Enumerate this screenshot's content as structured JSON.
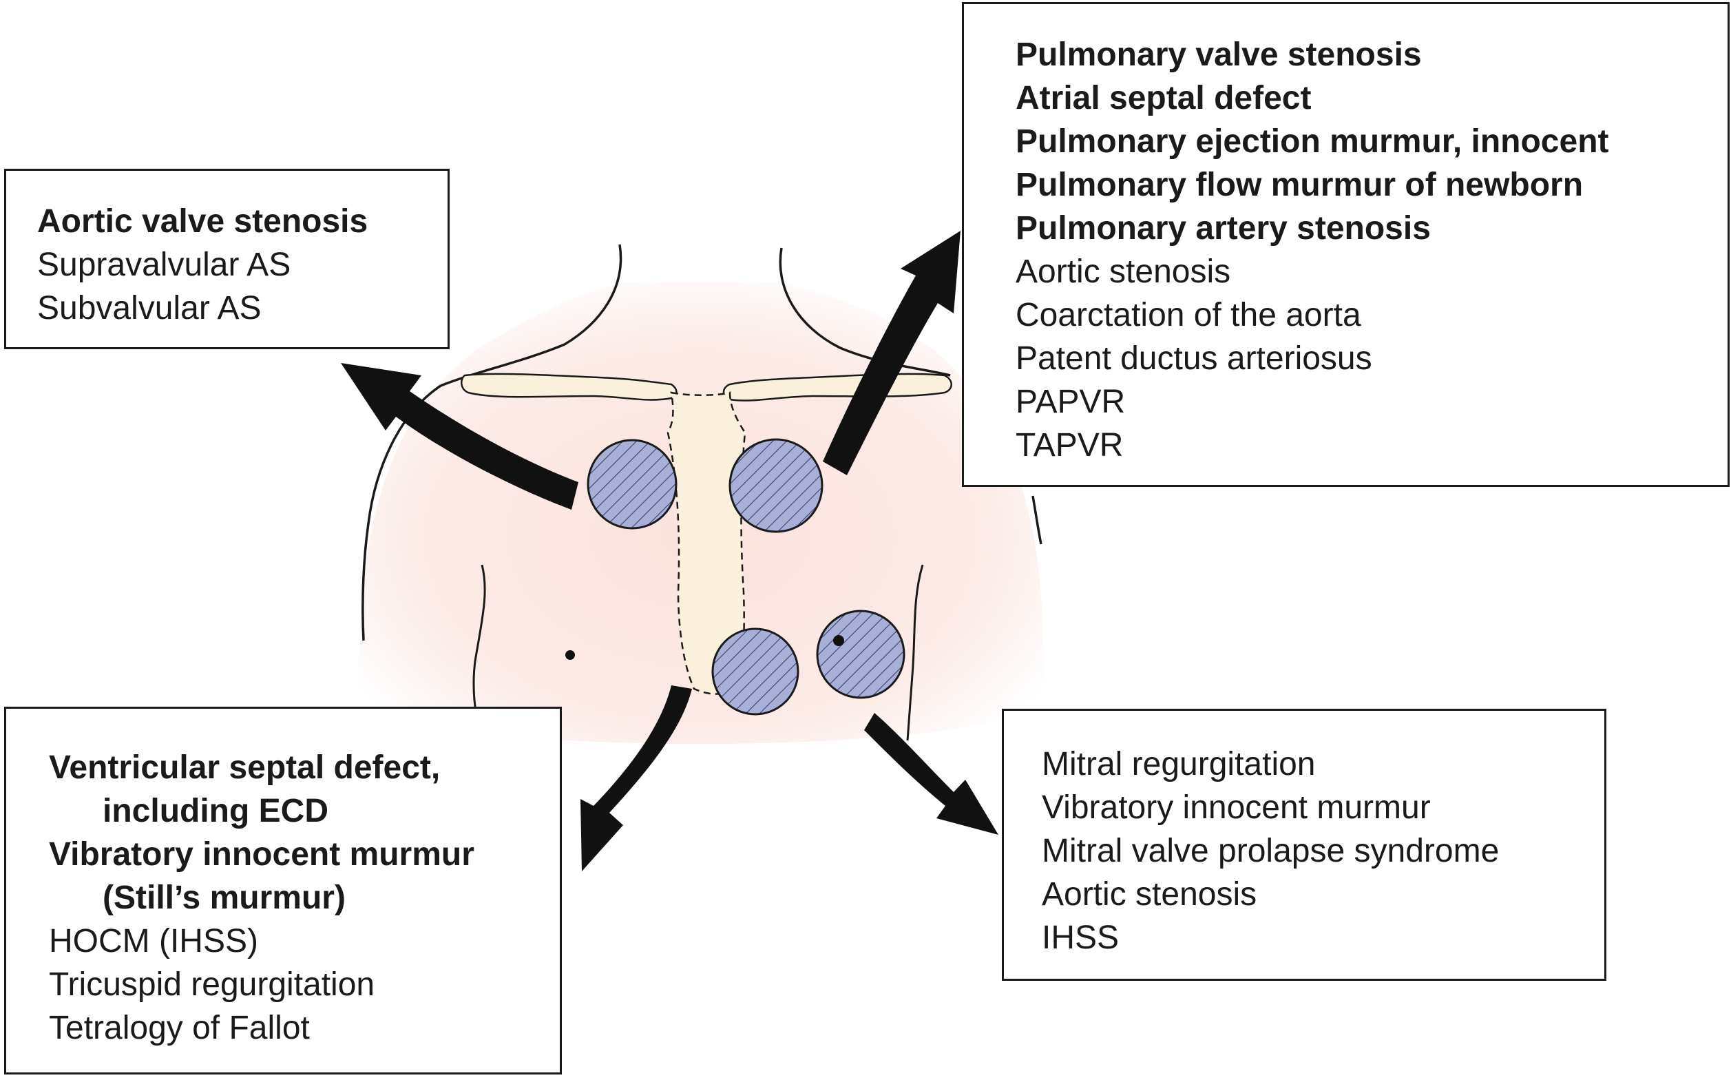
{
  "colors": {
    "skin": "#fbe6e2",
    "bone": "#faf0dc",
    "area_fill": "#a9b0d8",
    "outline": "#1a1a1a",
    "arrow": "#111111"
  },
  "auscultation_areas": [
    {
      "name": "aortic-area"
    },
    {
      "name": "pulmonic-area"
    },
    {
      "name": "tricuspid-area"
    },
    {
      "name": "mitral-area"
    }
  ],
  "boxes": {
    "aortic": {
      "lines": [
        {
          "text": "Aortic valve stenosis",
          "bold": true
        },
        {
          "text": "Supravalvular AS",
          "bold": false
        },
        {
          "text": "Subvalvular AS",
          "bold": false
        }
      ]
    },
    "pulmonic": {
      "lines": [
        {
          "text": "Pulmonary valve stenosis",
          "bold": true
        },
        {
          "text": "Atrial septal defect",
          "bold": true
        },
        {
          "text": "Pulmonary ejection murmur, innocent",
          "bold": true
        },
        {
          "text": "Pulmonary flow murmur of newborn",
          "bold": true
        },
        {
          "text": "Pulmonary artery stenosis",
          "bold": true
        },
        {
          "text": "Aortic stenosis",
          "bold": false
        },
        {
          "text": "Coarctation of the aorta",
          "bold": false
        },
        {
          "text": "Patent ductus arteriosus",
          "bold": false
        },
        {
          "text": "PAPVR",
          "bold": false
        },
        {
          "text": "TAPVR",
          "bold": false
        }
      ]
    },
    "tricuspid": {
      "lines": [
        {
          "text": "Ventricular septal defect,",
          "bold": true
        },
        {
          "text": "including ECD",
          "bold": true
        },
        {
          "text": "Vibratory innocent murmur",
          "bold": true
        },
        {
          "text": "(Still’s murmur)",
          "bold": true
        },
        {
          "text": "HOCM (IHSS)",
          "bold": false
        },
        {
          "text": "Tricuspid regurgitation",
          "bold": false
        },
        {
          "text": "Tetralogy of Fallot",
          "bold": false
        }
      ]
    },
    "mitral": {
      "lines": [
        {
          "text": "Mitral regurgitation",
          "bold": false
        },
        {
          "text": "Vibratory innocent murmur",
          "bold": false
        },
        {
          "text": "Mitral valve prolapse syndrome",
          "bold": false
        },
        {
          "text": "Aortic stenosis",
          "bold": false
        },
        {
          "text": "IHSS",
          "bold": false
        }
      ]
    }
  }
}
